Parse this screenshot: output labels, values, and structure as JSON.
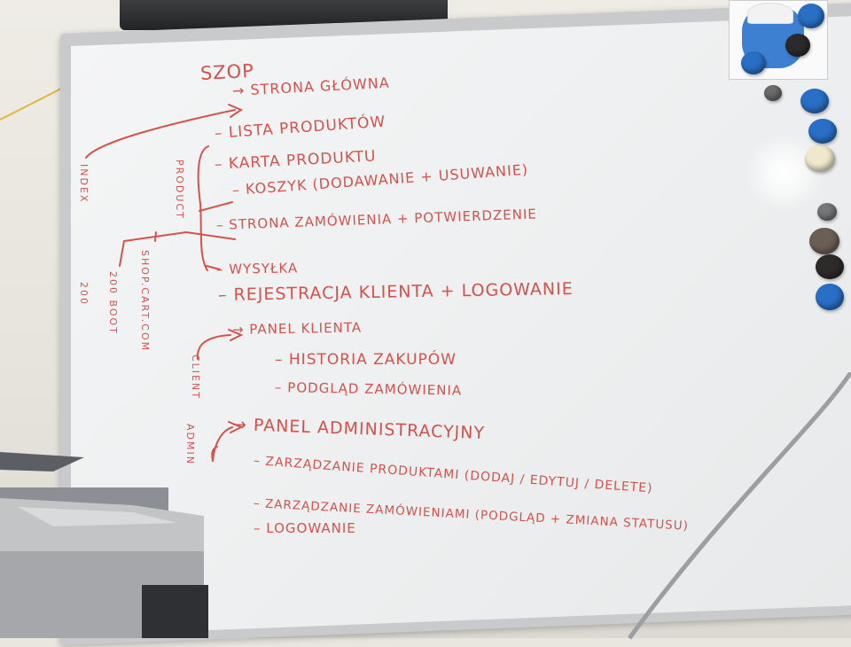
{
  "whiteboard": {
    "title": "SZOP",
    "items": [
      "→ STRONA GŁÓWNA",
      "– LISTA PRODUKTÓW",
      "– KARTA PRODUKTU",
      "– KOSZYK (DODAWANIE + USUWANIE)",
      "– STRONA ZAMÓWIENIA + POTWIERDZENIE",
      "– WYSYŁKA",
      "– REJESTRACJA KLIENTA + LOGOWANIE",
      "→ PANEL KLIENTA",
      "– HISTORIA ZAKUPÓW",
      "– PODGLĄD ZAMÓWIENIA",
      "→ PANEL ADMINISTRACYJNY",
      "– ZARZĄDZANIE PRODUKTAMI (DODAJ / EDYTUJ / DELETE)",
      "– ZARZĄDZANIE ZAMÓWIENIAMI (PODGLĄD + ZMIANA STATUSU)",
      "– LOGOWANIE"
    ],
    "vertical_labels": [
      "INDEX",
      "200",
      "200 BOOT",
      "SHOP.CART.COM",
      "PRODUCT",
      "CLIENT",
      "ADMIN"
    ],
    "ink_color": "#d4524b"
  }
}
